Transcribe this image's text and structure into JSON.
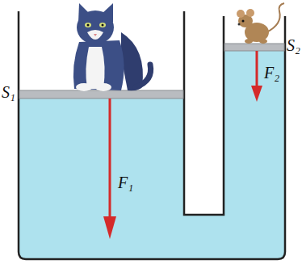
{
  "diagram": {
    "labels": [
      "S₁",
      "S₂",
      "F₁",
      "F₂"
    ]
  }
}
